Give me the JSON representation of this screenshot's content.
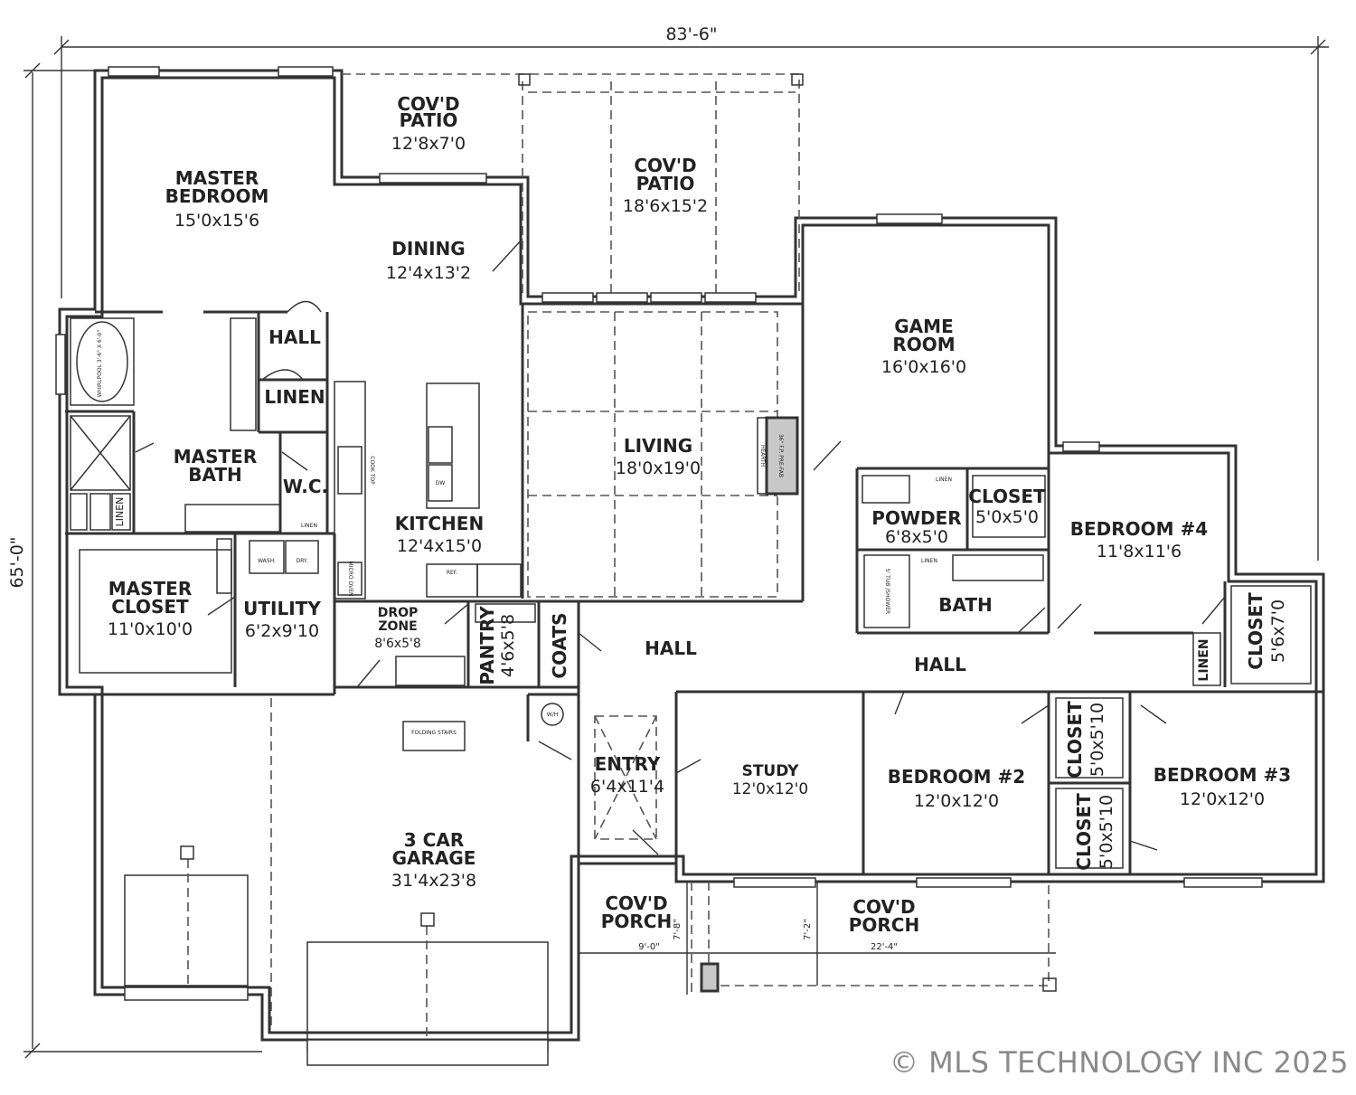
{
  "dimensions": {
    "overall_width": "83'-6\"",
    "overall_depth": "65'-0\"",
    "front_porch_a": "9'-0\"",
    "front_porch_a_depth": "7'-8\"",
    "front_porch_b": "22'-4\"",
    "front_porch_b_depth": "7'-2\""
  },
  "rooms": {
    "covd_patio_small": {
      "name_1": "COV'D",
      "name_2": "PATIO",
      "size": "12'8x7'0"
    },
    "covd_patio_large": {
      "name_1": "COV'D",
      "name_2": "PATIO",
      "size": "18'6x15'2"
    },
    "master_bedroom": {
      "name_1": "MASTER",
      "name_2": "BEDROOM",
      "size": "15'0x15'6"
    },
    "dining": {
      "name": "DINING",
      "size": "12'4x13'2"
    },
    "hall_master": {
      "name": "HALL"
    },
    "linen_master": {
      "name": "LINEN"
    },
    "master_bath": {
      "name_1": "MASTER",
      "name_2": "BATH"
    },
    "wc": {
      "name": "W.C."
    },
    "linen_bath": {
      "name": "LINEN"
    },
    "game_room": {
      "name_1": "GAME",
      "name_2": "ROOM",
      "size": "16'0x16'0"
    },
    "living": {
      "name": "LIVING",
      "size": "18'0x19'0"
    },
    "kitchen": {
      "name": "KITCHEN",
      "size": "12'4x15'0"
    },
    "powder": {
      "name": "POWDER",
      "size": "6'8x5'0"
    },
    "closet_powder": {
      "name": "CLOSET",
      "size": "5'0x5'0"
    },
    "bedroom4": {
      "name": "BEDROOM #4",
      "size": "11'8x11'6"
    },
    "bath": {
      "name": "BATH"
    },
    "master_closet": {
      "name_1": "MASTER",
      "name_2": "CLOSET",
      "size": "11'0x10'0"
    },
    "utility": {
      "name": "UTILITY",
      "size": "6'2x9'10"
    },
    "drop_zone": {
      "name_1": "DROP",
      "name_2": "ZONE",
      "size": "8'6x5'8"
    },
    "pantry": {
      "name": "PANTRY",
      "size": "4'6x5'8"
    },
    "coats": {
      "name": "COATS"
    },
    "hall_center": {
      "name": "HALL"
    },
    "hall_right": {
      "name": "HALL"
    },
    "closet_bed4": {
      "name": "CLOSET",
      "size": "5'6x7'0"
    },
    "linen_hall": {
      "name": "LINEN"
    },
    "entry": {
      "name": "ENTRY",
      "size": "6'4x11'4"
    },
    "study": {
      "name": "STUDY",
      "size": "12'0x12'0"
    },
    "bedroom2": {
      "name": "BEDROOM #2",
      "size": "12'0x12'0"
    },
    "closet_b2": {
      "name": "CLOSET",
      "size": "5'0x5'10"
    },
    "closet_b3": {
      "name": "CLOSET",
      "size": "5'0x5'10"
    },
    "bedroom3": {
      "name": "BEDROOM #3",
      "size": "12'0x12'0"
    },
    "garage": {
      "name_1": "3 CAR",
      "name_2": "GARAGE",
      "size": "31'4x23'8"
    },
    "covd_porch_a": {
      "name_1": "COV'D",
      "name_2": "PORCH"
    },
    "covd_porch_b": {
      "name_1": "COV'D",
      "name_2": "PORCH"
    }
  },
  "fixtures": {
    "folding_stairs": "FOLDING STAIRS",
    "ref": "REF.",
    "wash": "WASH.",
    "dry": "DRY.",
    "wh": "W/H",
    "whirlpool": "WHIRLPOOL 3'-6\" X 6'-0\"",
    "hearth": "HEARTH",
    "fireplace": "36\" F.P. PRE-FAB",
    "tub_shower": "5' TUB /SHOWER",
    "linen_tag": "LINEN",
    "dw": "DW",
    "cooktop": "COOK TOP",
    "micro_oven": "MICRO OVEN"
  },
  "copyright": "© MLS TECHNOLOGY INC 2025"
}
